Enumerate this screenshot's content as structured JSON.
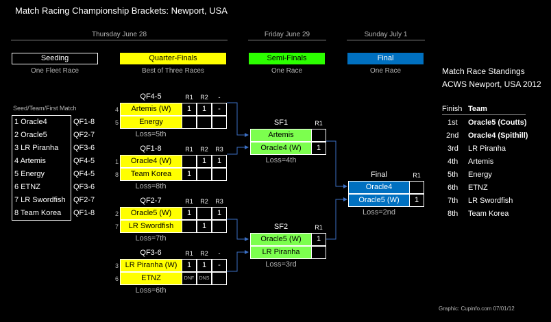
{
  "title": "Match Racing Championship Brackets:  Newport, USA",
  "dates": {
    "qf": "Thursday June 28",
    "sf": "Friday June 29",
    "final": "Sunday July 1"
  },
  "stages": {
    "seeding": {
      "label": "Seeding",
      "sub": "One Fleet Race"
    },
    "qf": {
      "label": "Quarter-Finals",
      "sub": "Best of Three Races"
    },
    "sf": {
      "label": "Semi-Finals",
      "sub": "One Race"
    },
    "final": {
      "label": "Final",
      "sub": "One Race"
    }
  },
  "seeding": {
    "header": "Seed/Team/First Match",
    "rows": [
      {
        "team": "1 Oracle4",
        "match": "QF1-8"
      },
      {
        "team": "2 Oracle5",
        "match": "QF2-7"
      },
      {
        "team": "3 LR Piranha",
        "match": "QF3-6"
      },
      {
        "team": "4 Artemis",
        "match": "QF4-5"
      },
      {
        "team": "5 Energy",
        "match": "QF4-5"
      },
      {
        "team": "6 ETNZ",
        "match": "QF3-6"
      },
      {
        "team": "7 LR Swordfish",
        "match": "QF2-7"
      },
      {
        "team": "8 Team Korea",
        "match": "QF1-8"
      }
    ]
  },
  "qf": [
    {
      "name": "QF4-5",
      "cols": [
        "R1",
        "R2",
        "-"
      ],
      "teams": [
        {
          "seed": "4",
          "name": "Artemis (W)",
          "r": [
            "1",
            "1",
            "-"
          ]
        },
        {
          "seed": "5",
          "name": "Energy",
          "r": [
            "",
            "",
            ""
          ]
        }
      ],
      "loss": "Loss=5th"
    },
    {
      "name": "QF1-8",
      "cols": [
        "R1",
        "R2",
        "R3"
      ],
      "teams": [
        {
          "seed": "1",
          "name": "Oracle4 (W)",
          "r": [
            "",
            "1",
            "1"
          ]
        },
        {
          "seed": "8",
          "name": "Team Korea",
          "r": [
            "1",
            "",
            ""
          ]
        }
      ],
      "loss": "Loss=8th"
    },
    {
      "name": "QF2-7",
      "cols": [
        "R1",
        "R2",
        "R3"
      ],
      "teams": [
        {
          "seed": "2",
          "name": "Oracle5 (W)",
          "r": [
            "1",
            "",
            "1"
          ]
        },
        {
          "seed": "7",
          "name": "LR Swordfish",
          "r": [
            "",
            "1",
            ""
          ]
        }
      ],
      "loss": "Loss=7th"
    },
    {
      "name": "QF3-6",
      "cols": [
        "R1",
        "R2",
        "-"
      ],
      "teams": [
        {
          "seed": "3",
          "name": "LR Piranha (W)",
          "r": [
            "1",
            "1",
            "-"
          ]
        },
        {
          "seed": "6",
          "name": "ETNZ",
          "r": [
            "DNF",
            "DNS",
            ""
          ]
        }
      ],
      "loss": "Loss=6th"
    }
  ],
  "sf": [
    {
      "name": "SF1",
      "col": "R1",
      "teams": [
        {
          "name": "Artemis",
          "r": ""
        },
        {
          "name": "Oracle4 (W)",
          "r": "1"
        }
      ],
      "loss": "Loss=4th"
    },
    {
      "name": "SF2",
      "col": "R1",
      "teams": [
        {
          "name": "Oracle5 (W)",
          "r": "1"
        },
        {
          "name": "LR Piranha",
          "r": ""
        }
      ],
      "loss": "Loss=3rd"
    }
  ],
  "final": {
    "name": "Final",
    "col": "R1",
    "teams": [
      {
        "name": "Oracle4",
        "r": ""
      },
      {
        "name": "Oracle5 (W)",
        "r": "1"
      }
    ],
    "loss": "Loss=2nd"
  },
  "standings": {
    "title": "Match Race Standings",
    "subtitle": "ACWS Newport, USA 2012",
    "col_finish": "Finish",
    "col_team": "Team",
    "rows": [
      {
        "pos": "1st",
        "team": "Oracle5 (Coutts)"
      },
      {
        "pos": "2nd",
        "team": "Oracle4 (Spithill)"
      },
      {
        "pos": "3rd",
        "team": "LR Piranha"
      },
      {
        "pos": "4th",
        "team": "Artemis"
      },
      {
        "pos": "5th",
        "team": "Energy"
      },
      {
        "pos": "6th",
        "team": "ETNZ"
      },
      {
        "pos": "7th",
        "team": "LR Swordfish"
      },
      {
        "pos": "8th",
        "team": "Team Korea"
      }
    ]
  },
  "credit": "Graphic: Cupinfo.com 07/01/12",
  "colors": {
    "qf": "#ffff00",
    "sf": "#2cff00",
    "sf_team": "#7cff4e",
    "final": "#0070c0",
    "connector": "#3b6fc4"
  }
}
